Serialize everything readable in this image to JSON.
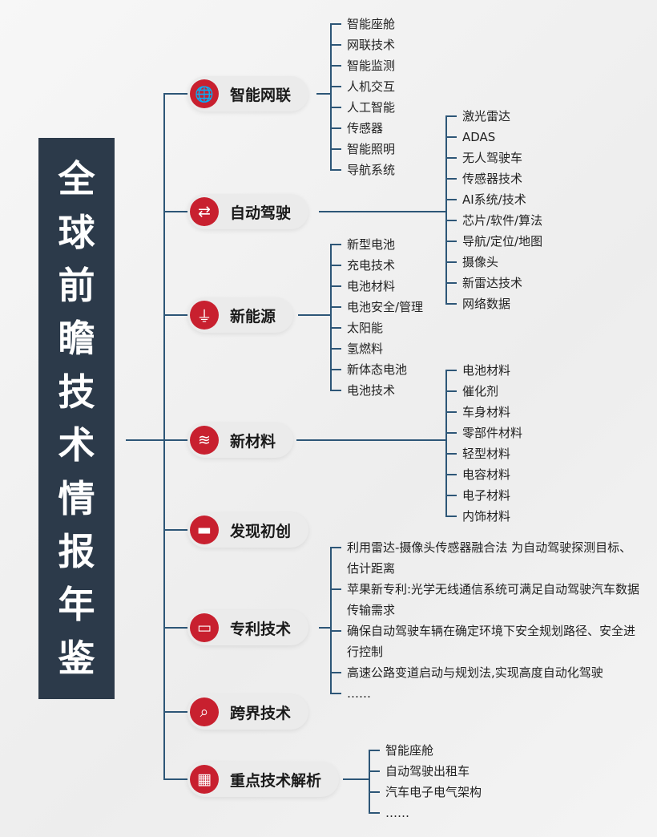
{
  "title": [
    "全",
    "球",
    "前",
    "瞻",
    "技",
    "术",
    "情",
    "报",
    "年",
    "鉴"
  ],
  "branches": [
    {
      "label": "智能网联",
      "icon": "globe-icon",
      "glyph": "🌐",
      "items": [
        "智能座舱",
        "网联技术",
        "智能监测",
        "人机交互",
        "人工智能",
        "传感器",
        "智能照明",
        "导航系统"
      ]
    },
    {
      "label": "自动驾驶",
      "icon": "swap-arrows-icon",
      "glyph": "⇄",
      "items": [
        "激光雷达",
        "ADAS",
        "无人驾驶车",
        "传感器技术",
        "AI系统/技术",
        "芯片/软件/算法",
        "导航/定位/地图",
        "摄像头",
        "新雷达技术",
        "网络数据"
      ]
    },
    {
      "label": "新能源",
      "icon": "plug-icon",
      "glyph": "⏚",
      "items": [
        "新型电池",
        "充电技术",
        "电池材料",
        "电池安全/管理",
        "太阳能",
        "氢燃料",
        "新体态电池",
        "电池技术"
      ]
    },
    {
      "label": "新材料",
      "icon": "spring-icon",
      "glyph": "≋",
      "items": [
        "电池材料",
        "催化剂",
        "车身材料",
        "零部件材料",
        "轻型材料",
        "电容材料",
        "电子材料",
        "内饰材料"
      ]
    },
    {
      "label": "发现初创",
      "icon": "folder-icon",
      "glyph": "▬",
      "items": []
    },
    {
      "label": "专利技术",
      "icon": "document-icon",
      "glyph": "▭",
      "items": [
        "利用雷达-摄像头传感器融合法 为自动驾驶探测目标、估计距离",
        "苹果新专利:光学无线通信系统可满足自动驾驶汽车数据传输需求",
        "确保自动驾驶车辆在确定环境下安全规划路径、安全进行控制",
        "高速公路变道启动与规划法,实现高度自动化驾驶",
        "……"
      ]
    },
    {
      "label": "跨界技术",
      "icon": "magnifier-icon",
      "glyph": "⌕",
      "items": []
    },
    {
      "label": "重点技术解析",
      "icon": "calendar-icon",
      "glyph": "▦",
      "items": [
        "智能座舱",
        "自动驾驶出租车",
        "汽车电子电气架构",
        "……"
      ]
    }
  ]
}
